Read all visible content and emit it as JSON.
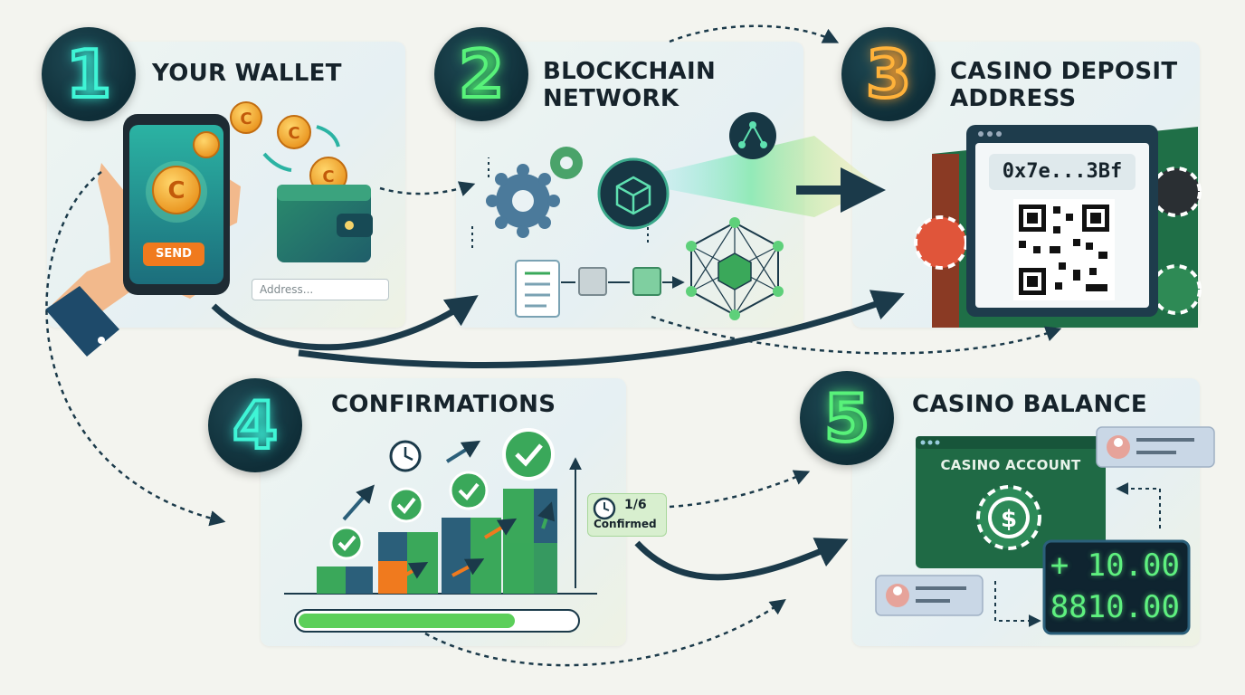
{
  "steps": [
    {
      "number": "1",
      "title_lines": [
        "YOUR WALLET"
      ]
    },
    {
      "number": "2",
      "title_lines": [
        "BLOCKCHAIN",
        "NETWORK"
      ]
    },
    {
      "number": "3",
      "title_lines": [
        "CASINO DEPOSIT",
        "ADDRESS"
      ]
    },
    {
      "number": "4",
      "title_lines": [
        "CONFIRMATIONS"
      ]
    },
    {
      "number": "5",
      "title_lines": [
        "CASINO BALANCE"
      ]
    }
  ],
  "wallet": {
    "send_label": "SEND",
    "address_placeholder": "Address...",
    "coin_symbol": "C"
  },
  "deposit": {
    "address_text": "0x7e...3Bf"
  },
  "confirmations": {
    "count_text": "1/6",
    "status_label": "Confirmed",
    "progress": 0.78
  },
  "balance": {
    "account_title": "CASINO ACCOUNT",
    "currency_symbol": "$",
    "credit_text": "+ 10.00",
    "balance_text": "8810.00"
  },
  "colors": {
    "navy": "#1b3a4a",
    "green": "#3aa85a",
    "orange": "#f07a1e",
    "teal_glow": "#3ff5d6",
    "green_glow": "#58f27a",
    "orange_glow": "#ffb23a"
  },
  "icons": [
    "smartphone-icon",
    "coin-icon",
    "wallet-icon",
    "gear-icon",
    "cube-icon",
    "network-node-icon",
    "document-icon",
    "qr-code-icon",
    "poker-chip-icon",
    "clock-icon",
    "checkmark-icon",
    "user-avatar-icon",
    "dollar-chip-icon"
  ]
}
